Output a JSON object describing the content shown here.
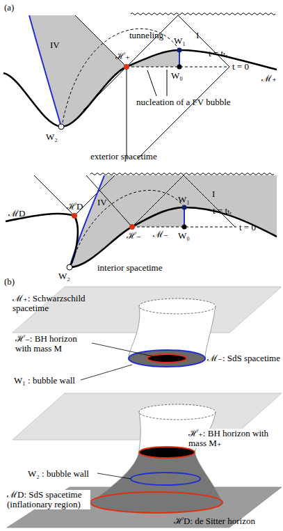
{
  "diagram": {
    "labels": [
      "(a)",
      "IV",
      "tunneling",
      "I",
      "ℋ₊",
      "W₁",
      "t = tₜᵣ",
      "W₀",
      "t = 0",
      "ℳ₊",
      "W₂",
      "nucleation of a FV bubble",
      "exterior spacetime",
      "ℳD",
      "ℋD",
      "IV",
      "I",
      "W₁",
      "t = tₜᵣ",
      "ℋ₋",
      "ℳ₋",
      "W₀",
      "t = 0",
      "W₂",
      "interior spacetime",
      "(b)",
      "ℳ₊: Schwarzschild spacetime",
      "ℋ₋: BH horizon with mass M",
      "ℳ₋: SdS spacetime",
      "W₁ : bubble wall",
      "ℋ₊: BH horizon with mass M₊",
      "W₂ : bubble wall",
      "ℳD: SdS spacetime (inflationary region)",
      "ℋD: de Sitter horizon"
    ]
  }
}
